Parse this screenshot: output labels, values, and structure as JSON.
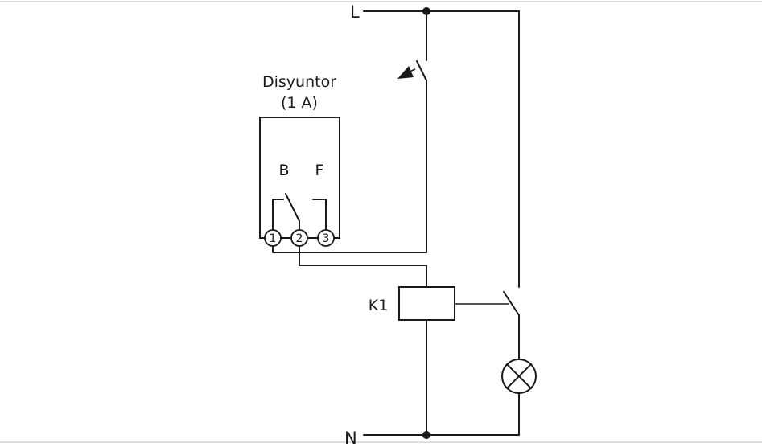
{
  "diagram": {
    "lines": {
      "live": "L",
      "neutral": "N"
    },
    "breaker": {
      "name": "Disyuntor",
      "rating": "(1 A)",
      "contact_left": "B",
      "contact_right": "F",
      "terminals": [
        "1",
        "2",
        "3"
      ]
    },
    "relay": {
      "label": "K1"
    },
    "colors": {
      "ink": "#1a1a1a",
      "border": "#bdbdbd",
      "background": "#ffffff"
    },
    "icons": [
      "switch-symbol",
      "lamp-symbol",
      "junction-dot"
    ]
  }
}
